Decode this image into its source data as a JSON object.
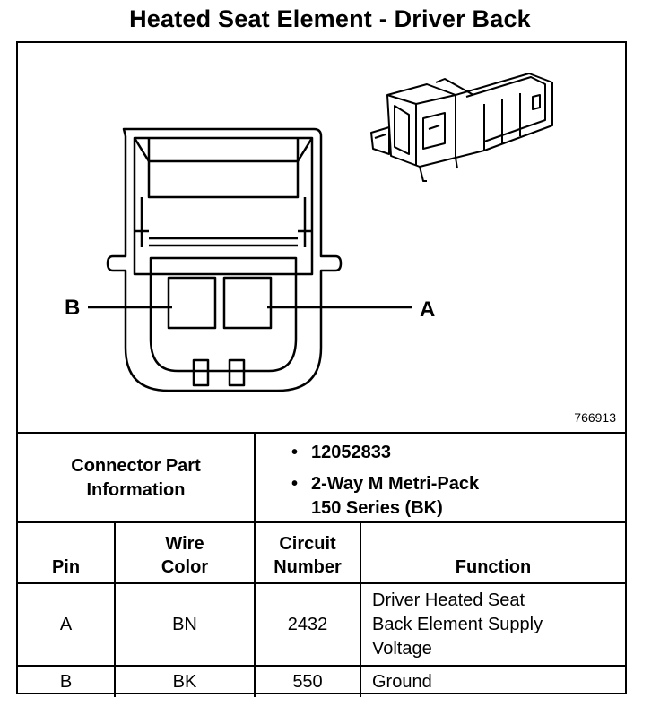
{
  "title": "Heated Seat Element - Driver Back",
  "figure": {
    "number": "766913",
    "callouts": {
      "left": "B",
      "right": "A"
    }
  },
  "connector_info": {
    "label": "Connector Part\nInformation",
    "items": [
      "12052833",
      "2-Way M Metri-Pack\n150 Series (BK)"
    ]
  },
  "pin_table": {
    "headers": {
      "pin": "Pin",
      "wire_color": "Wire\nColor",
      "circuit": "Circuit\nNumber",
      "function": "Function"
    },
    "rows": [
      {
        "pin": "A",
        "wire_color": "BN",
        "circuit": "2432",
        "function": "Driver Heated Seat\nBack Element Supply\nVoltage"
      },
      {
        "pin": "B",
        "wire_color": "BK",
        "circuit": "550",
        "function": "Ground"
      }
    ]
  }
}
